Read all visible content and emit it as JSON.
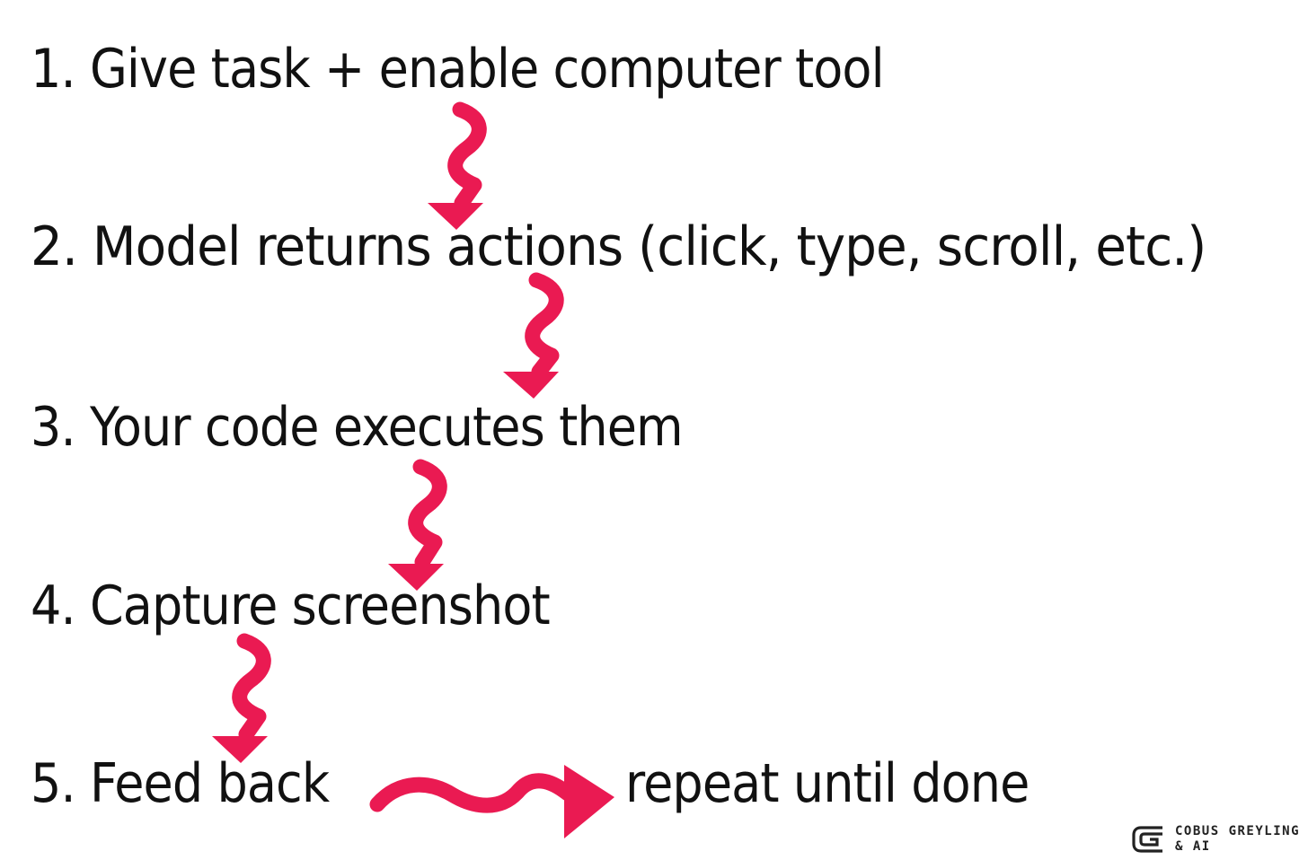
{
  "steps": [
    "1. Give task + enable computer tool",
    "2. Model returns actions (click, type, scroll, etc.)",
    "3. Your code executes them",
    "4. Capture screenshot",
    "5. Feed back"
  ],
  "loop_text": "repeat until done",
  "branding": {
    "line1": "COBUS GREYLING",
    "line2": "& AI"
  },
  "colors": {
    "text": "#111111",
    "arrow": "#ea1a52",
    "background": "#ffffff"
  }
}
